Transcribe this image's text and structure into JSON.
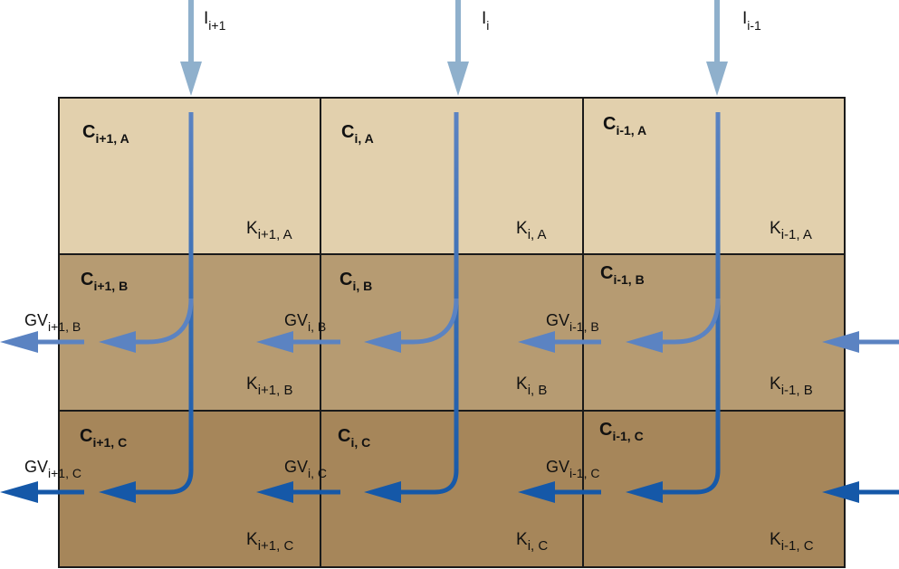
{
  "colors": {
    "layer_a": "#e2d0ad",
    "layer_b": "#b69b72",
    "layer_c": "#a6865a",
    "infiltration_arrow": "#8fb0cc",
    "flow_upper": "#5b83c2",
    "flow_lower": "#1558a8",
    "border": "#1a1a1a"
  },
  "infiltration": [
    {
      "base": "I",
      "sub": "i+1"
    },
    {
      "base": "I",
      "sub": "i"
    },
    {
      "base": "I",
      "sub": "i-1"
    }
  ],
  "columns": [
    {
      "cells": [
        {
          "c_base": "C",
          "c_sub": "i+1, A",
          "k_base": "K",
          "k_sub": "i+1, A"
        },
        {
          "c_base": "C",
          "c_sub": "i+1, B",
          "k_base": "K",
          "k_sub": "i+1, B"
        },
        {
          "c_base": "C",
          "c_sub": "i+1, C",
          "k_base": "K",
          "k_sub": "i+1, C"
        }
      ]
    },
    {
      "cells": [
        {
          "c_base": "C",
          "c_sub": "i, A",
          "k_base": "K",
          "k_sub": "i, A"
        },
        {
          "c_base": "C",
          "c_sub": "i, B",
          "k_base": "K",
          "k_sub": "i, B"
        },
        {
          "c_base": "C",
          "c_sub": "i, C",
          "k_base": "K",
          "k_sub": "i, C"
        }
      ]
    },
    {
      "cells": [
        {
          "c_base": "C",
          "c_sub": "i-1, A",
          "k_base": "K",
          "k_sub": "i-1, A"
        },
        {
          "c_base": "C",
          "c_sub": "i-1, B",
          "k_base": "K",
          "k_sub": "i-1, B"
        },
        {
          "c_base": "C",
          "c_sub": "i-1, C",
          "k_base": "K",
          "k_sub": "i-1, C"
        }
      ]
    }
  ],
  "gv_labels": {
    "row_b": [
      {
        "base": "GV",
        "sub": "i+1, B"
      },
      {
        "base": "GV",
        "sub": "i, B"
      },
      {
        "base": "GV",
        "sub": "i-1, B"
      }
    ],
    "row_c": [
      {
        "base": "GV",
        "sub": "i+1, C"
      },
      {
        "base": "GV",
        "sub": "i, C"
      },
      {
        "base": "GV",
        "sub": "i-1, C"
      }
    ]
  }
}
